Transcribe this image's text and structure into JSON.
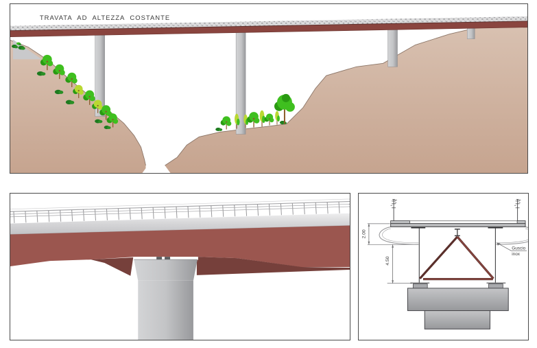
{
  "elevation_panel": {
    "title": "TRAVATA AD ALTEZZA COSTANTE"
  },
  "cross_section_panel": {
    "dim_shell_depth": "2.00",
    "dim_truss_depth": "4.50",
    "shell_label_line1": "Guscio",
    "shell_label_line2": "inox"
  },
  "colors": {
    "border": "#4a4a4a",
    "girder_red": "#8a453f",
    "girder_red_light": "#9b564f",
    "girder_red_dark": "#76403b",
    "girder_red_edge": "#5a2f2b",
    "terrain_tan": "#d9c2b2",
    "terrain_tan_dark": "#c6a48f",
    "terrain_edge": "#8c7668",
    "pier_gray_light": "#d3d4d6",
    "pier_gray": "#c3c4c6",
    "pier_gray_dark": "#98999c",
    "slab_gray": "#d7d7d9",
    "rail_gray": "#a2a2a5",
    "shell_gray": "#9a9a9c",
    "line_dark": "#3c3c3e",
    "dim_gray": "#6e6e70",
    "text_dark": "#3a3a3a",
    "tree_green": "#3fbf1f",
    "tree_green_dark": "#2a9a12",
    "tree_yellow": "#b9d832",
    "bush_dark": "#1d7a1f",
    "bush_mid": "#2a8f25",
    "trunk_brown": "#8a5a28"
  }
}
